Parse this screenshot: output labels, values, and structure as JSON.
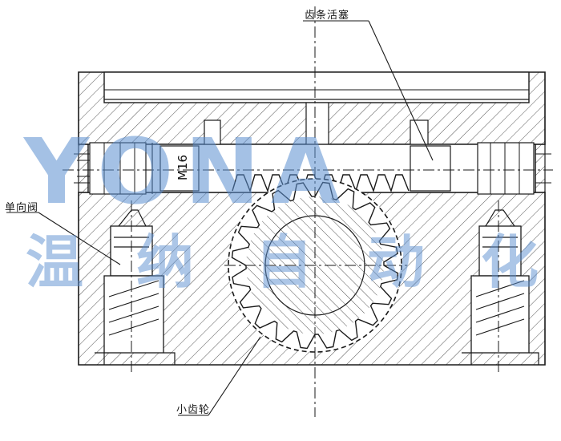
{
  "labels": {
    "rack_piston": "齿条活塞",
    "check_valve": "单向阀",
    "small_gear": "小齿轮"
  },
  "thread_marking": "M16",
  "watermark": {
    "latin": "YONA",
    "chinese": [
      "温",
      "纳",
      "自",
      "动",
      "化"
    ],
    "color": "#5b8fd0"
  },
  "colors": {
    "line": "#1a1a1a",
    "hatch": "#444444",
    "background": "#ffffff"
  }
}
